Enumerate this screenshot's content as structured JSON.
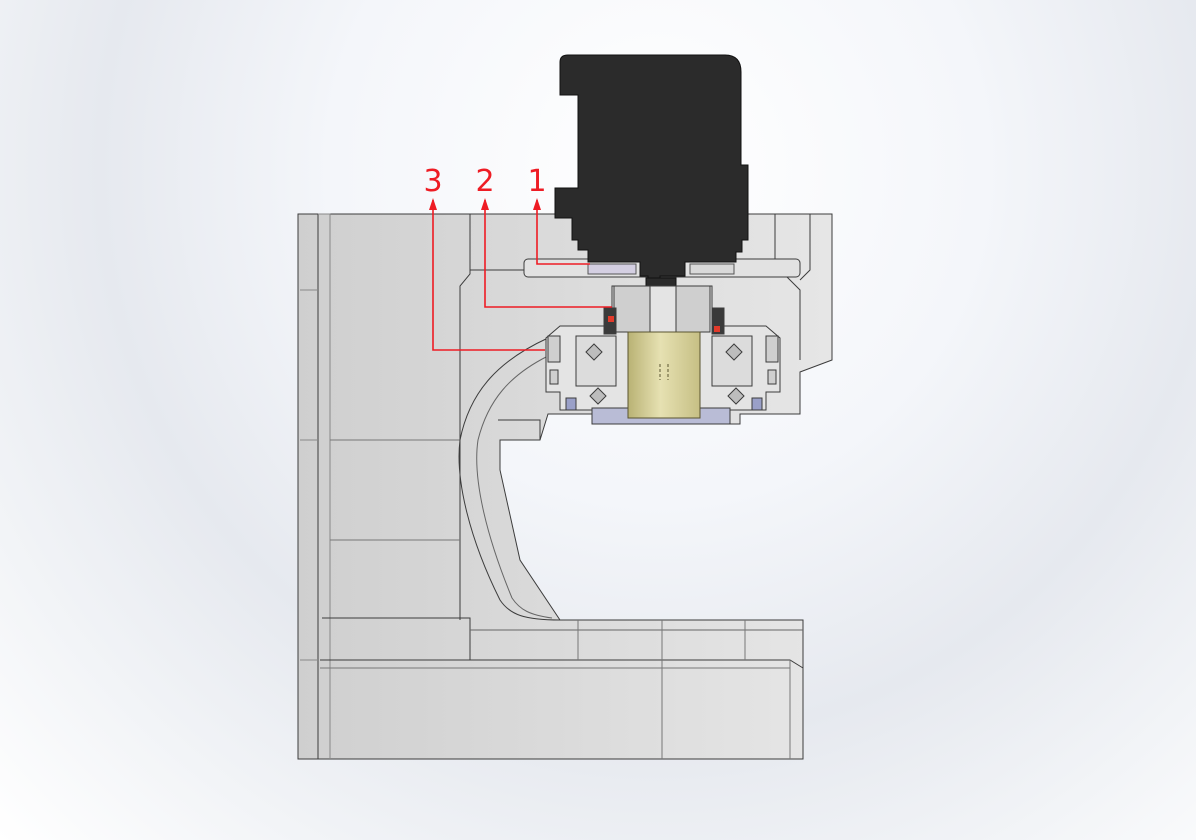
{
  "callouts": [
    {
      "label": "1"
    },
    {
      "label": "2"
    },
    {
      "label": "3"
    }
  ],
  "colors": {
    "callout": "#ee1c24",
    "body": "#d9d9d9",
    "motor": "#2b2b2b",
    "bushing": "#d8d29a",
    "seal": "#9aa0c8"
  },
  "icons": [
    "arrow-up-icon"
  ]
}
